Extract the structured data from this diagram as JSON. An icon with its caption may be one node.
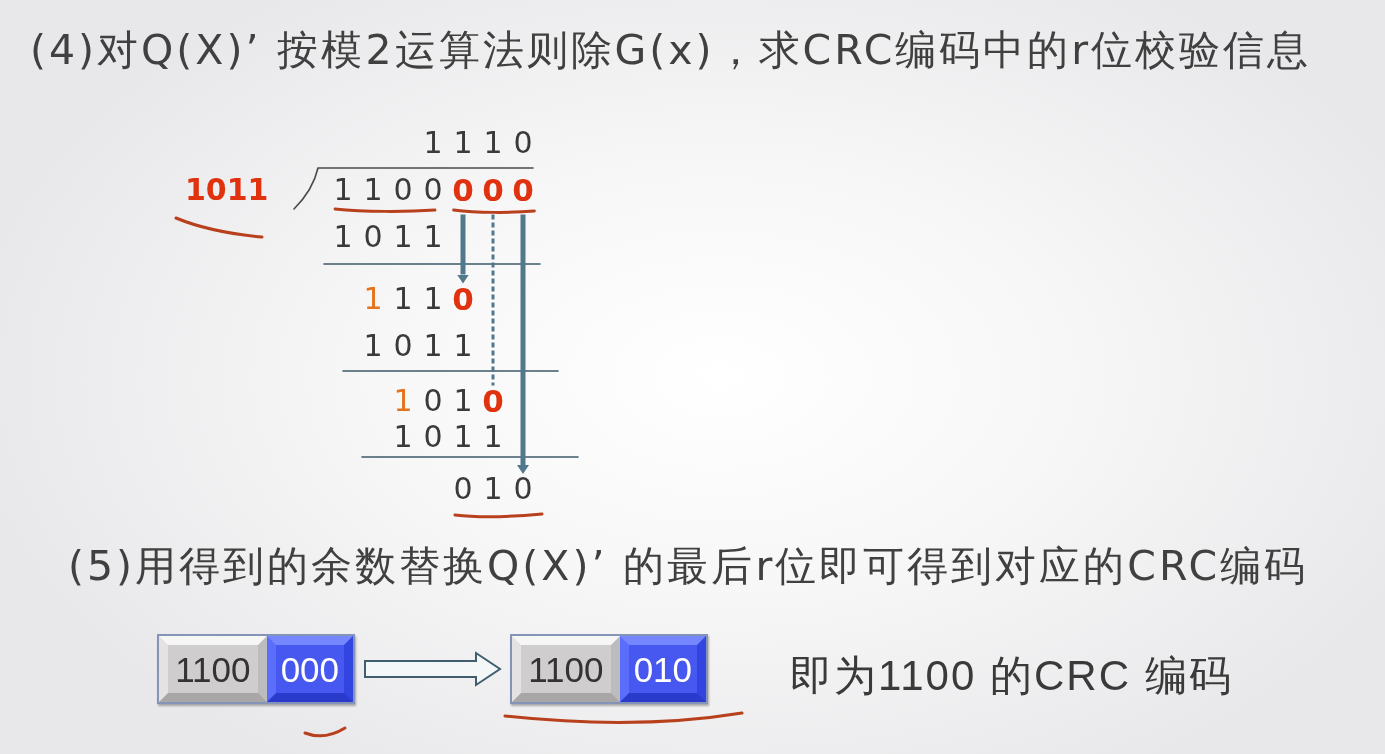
{
  "diagram": {
    "title": "(4)对Q(X)’ 按模2运算法则除G(x)，求CRC编码中的r位校验信息",
    "nodes": [
      {
        "text": [
          "000"
        ]
      },
      {
        "text": [
          "0"
        ]
      },
      {
        "text": [
          "0"
        ]
      },
      {
        "text": [
          "010"
        ]
      },
      {
        "text": [],
        "shape": "box"
      },
      {
        "text": [
          "1100"
        ],
        "in": 4
      },
      {
        "text": [
          "000"
        ],
        "in": 4
      },
      {
        "text": [],
        "shape": "box",
        "beside": [
          "即为1100 的CRC 编码"
        ]
      },
      {
        "text": [
          "1100"
        ],
        "in": 7
      },
      {
        "text": [
          "010"
        ],
        "in": 7
      }
    ],
    "edges": [
      {
        "from": 0,
        "to": 1,
        "arrow": "to"
      },
      {
        "from": 0,
        "to": 2,
        "arrow": "none",
        "style": "dashed"
      },
      {
        "from": 0,
        "to": 3,
        "arrow": "to"
      },
      {
        "from": 4,
        "to": 7,
        "arrow": "to",
        "style": "thick"
      }
    ],
    "labels": [
      "1110",
      "1011",
      "1100",
      "1011",
      "1",
      "11",
      "1011",
      "1",
      "01",
      "1011",
      "(5)用得到的余数替换Q(X)’ 的最后r位即可得到对应的CRC编码"
    ]
  }
}
